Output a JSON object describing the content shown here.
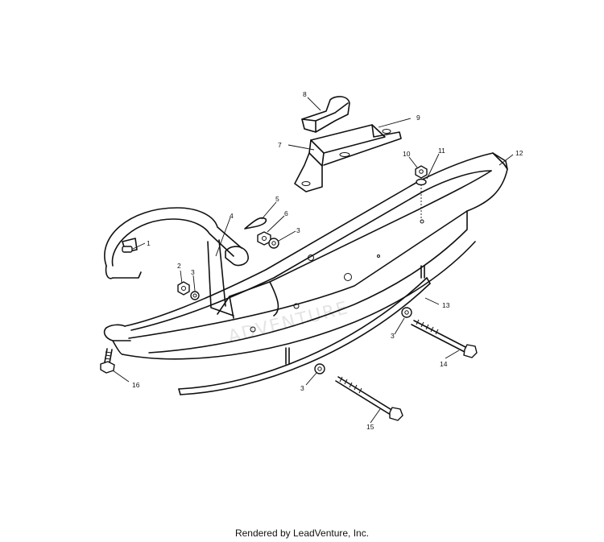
{
  "watermark_text": "ADVENTURE",
  "callouts": [
    {
      "id": "c1",
      "text": "1"
    },
    {
      "id": "c2",
      "text": "2"
    },
    {
      "id": "c3a",
      "text": "3"
    },
    {
      "id": "c3b",
      "text": "3"
    },
    {
      "id": "c3c",
      "text": "3"
    },
    {
      "id": "c3d",
      "text": "3"
    },
    {
      "id": "c4",
      "text": "4"
    },
    {
      "id": "c5",
      "text": "5"
    },
    {
      "id": "c6",
      "text": "6"
    },
    {
      "id": "c7",
      "text": "7"
    },
    {
      "id": "c8",
      "text": "8"
    },
    {
      "id": "c9",
      "text": "9"
    },
    {
      "id": "c10",
      "text": "10"
    },
    {
      "id": "c11",
      "text": "11"
    },
    {
      "id": "c12",
      "text": "12"
    },
    {
      "id": "c13",
      "text": "13"
    },
    {
      "id": "c14",
      "text": "14"
    },
    {
      "id": "c15",
      "text": "15"
    },
    {
      "id": "c16",
      "text": "16"
    }
  ],
  "footer": "Rendered by LeadVenture, Inc."
}
